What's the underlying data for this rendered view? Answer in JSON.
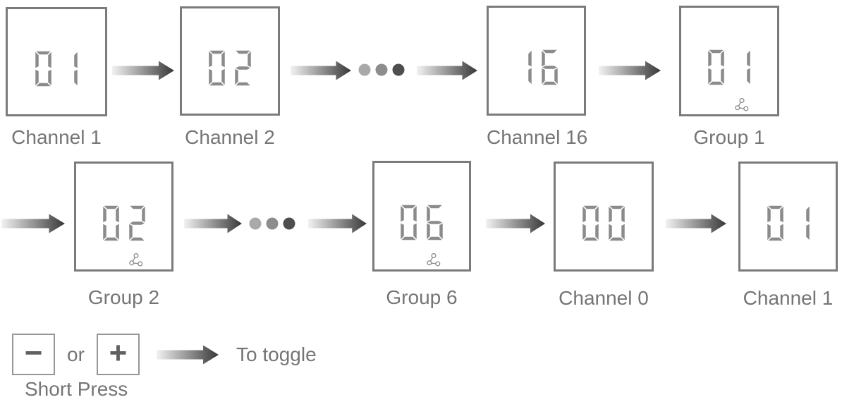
{
  "row1": [
    {
      "digits": "01",
      "label": "Channel 1"
    },
    {
      "digits": "02",
      "label": "Channel 2"
    },
    {
      "digits": "16",
      "label": "Channel 16"
    },
    {
      "digits": "01",
      "label": "Group 1",
      "icon": "group"
    }
  ],
  "row2": [
    {
      "digits": "02",
      "label": "Group 2",
      "icon": "group"
    },
    {
      "digits": "06",
      "label": "Group 6",
      "icon": "group"
    },
    {
      "digits": "00",
      "label": "Channel 0"
    },
    {
      "digits": "01",
      "label": "Channel 1"
    }
  ],
  "legend": {
    "minus": "−",
    "or": "or",
    "plus": "+",
    "action": "To toggle",
    "press": "Short Press"
  },
  "colors": {
    "box_border": "#7b7b7b",
    "digit": "#8b8b8b",
    "label": "#757575",
    "arrow_start": "#f2f2f2",
    "arrow_end": "#383838",
    "dots": [
      "#a9a9a9",
      "#8d8d8d",
      "#4e4e4e"
    ],
    "icon_stroke": "#8a8a8a",
    "legend_border": "#979797",
    "sign": "#616161"
  }
}
